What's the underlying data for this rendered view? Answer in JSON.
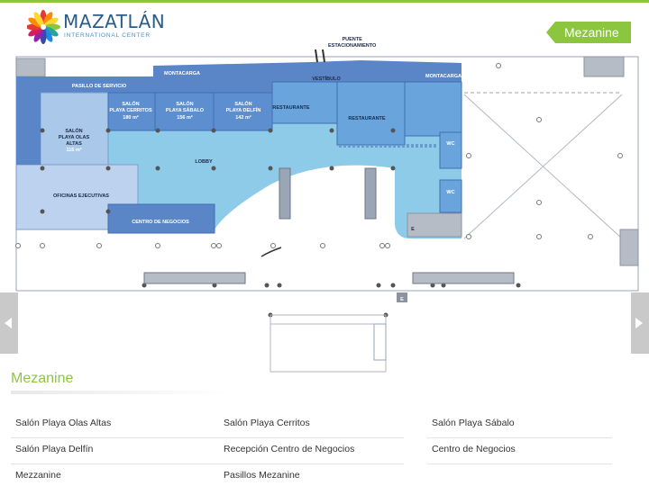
{
  "brand": {
    "name": "MAZATLÁN",
    "subtitle": "INTERNATIONAL CENTER",
    "colors": {
      "accent": "#8cc63f",
      "brand_blue": "#2a5c8a"
    }
  },
  "level_tag": "Mezanine",
  "floorplan": {
    "labels": {
      "puente": "PUENTE",
      "estacionamiento": "ESTACIONAMIENTO",
      "pasillo": "PASILLO DE SERVICIO",
      "montacarga": "MONTACARGA",
      "vestibulo": "VESTÍBULO",
      "salon_olas_1": "SALÓN",
      "salon_olas_2": "PLAYA OLAS",
      "salon_olas_3": "ALTAS",
      "salon_olas_area": "115 m²",
      "salon_cerritos_1": "SALÓN",
      "salon_cerritos_2": "PLAYA CERRITOS",
      "salon_cerritos_area": "180 m²",
      "salon_sabalo_1": "SALÓN",
      "salon_sabalo_2": "PLAYA SÁBALO",
      "salon_sabalo_area": "156 m²",
      "salon_delfin_1": "SALÓN",
      "salon_delfin_2": "PLAYA DELFÍN",
      "salon_delfin_area": "142 m²",
      "restaurante": "RESTAURANTE",
      "lobby": "LOBBY",
      "wc": "WC",
      "oficinas": "OFICINAS EJECUTIVAS",
      "centro_negocios": "CENTRO DE NEGOCIOS",
      "elevator": "E"
    }
  },
  "nav_arrows": {
    "prev": "chevron-left-icon",
    "next": "chevron-right-icon"
  },
  "section": {
    "title": "Mezanine",
    "links": [
      "Salón Playa Olas Altas",
      "Salón Playa Cerritos",
      "Salón Playa Sábalo",
      "Salón Playa Delfín",
      "Recepción Centro de Negocios",
      "Centro de Negocios",
      "Mezzanine",
      "Pasillos Mezanine"
    ]
  }
}
